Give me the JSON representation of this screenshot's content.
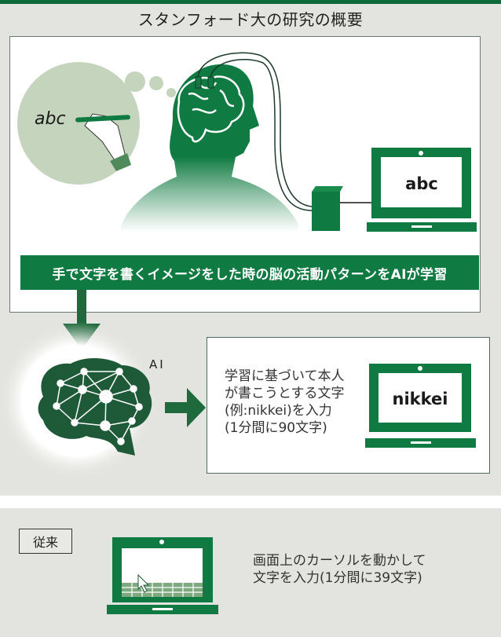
{
  "title": "スタンフォード大の研究の概要",
  "colors": {
    "primary_green": "#0f7a41",
    "dark_green": "#1f5a38",
    "light_green_bubble": "#c5d4bc",
    "background_gray": "#e3e3df",
    "top_bar": "#0e6a3a"
  },
  "step1": {
    "thought_text": "abc",
    "screen_text": "abc",
    "banner": "手で文字を書くイメージをした時の脳の活動パターンをAIが学習"
  },
  "step2": {
    "ai_label": "AI",
    "description": "学習に基づいて本人\nが書こうとする文字\n(例:nikkei)を入力\n(1分間に90文字)",
    "screen_text": "nikkei"
  },
  "conventional": {
    "badge": "従来",
    "description": "画面上のカーソルを動かして\n文字を入力(1分間に39文字)"
  }
}
